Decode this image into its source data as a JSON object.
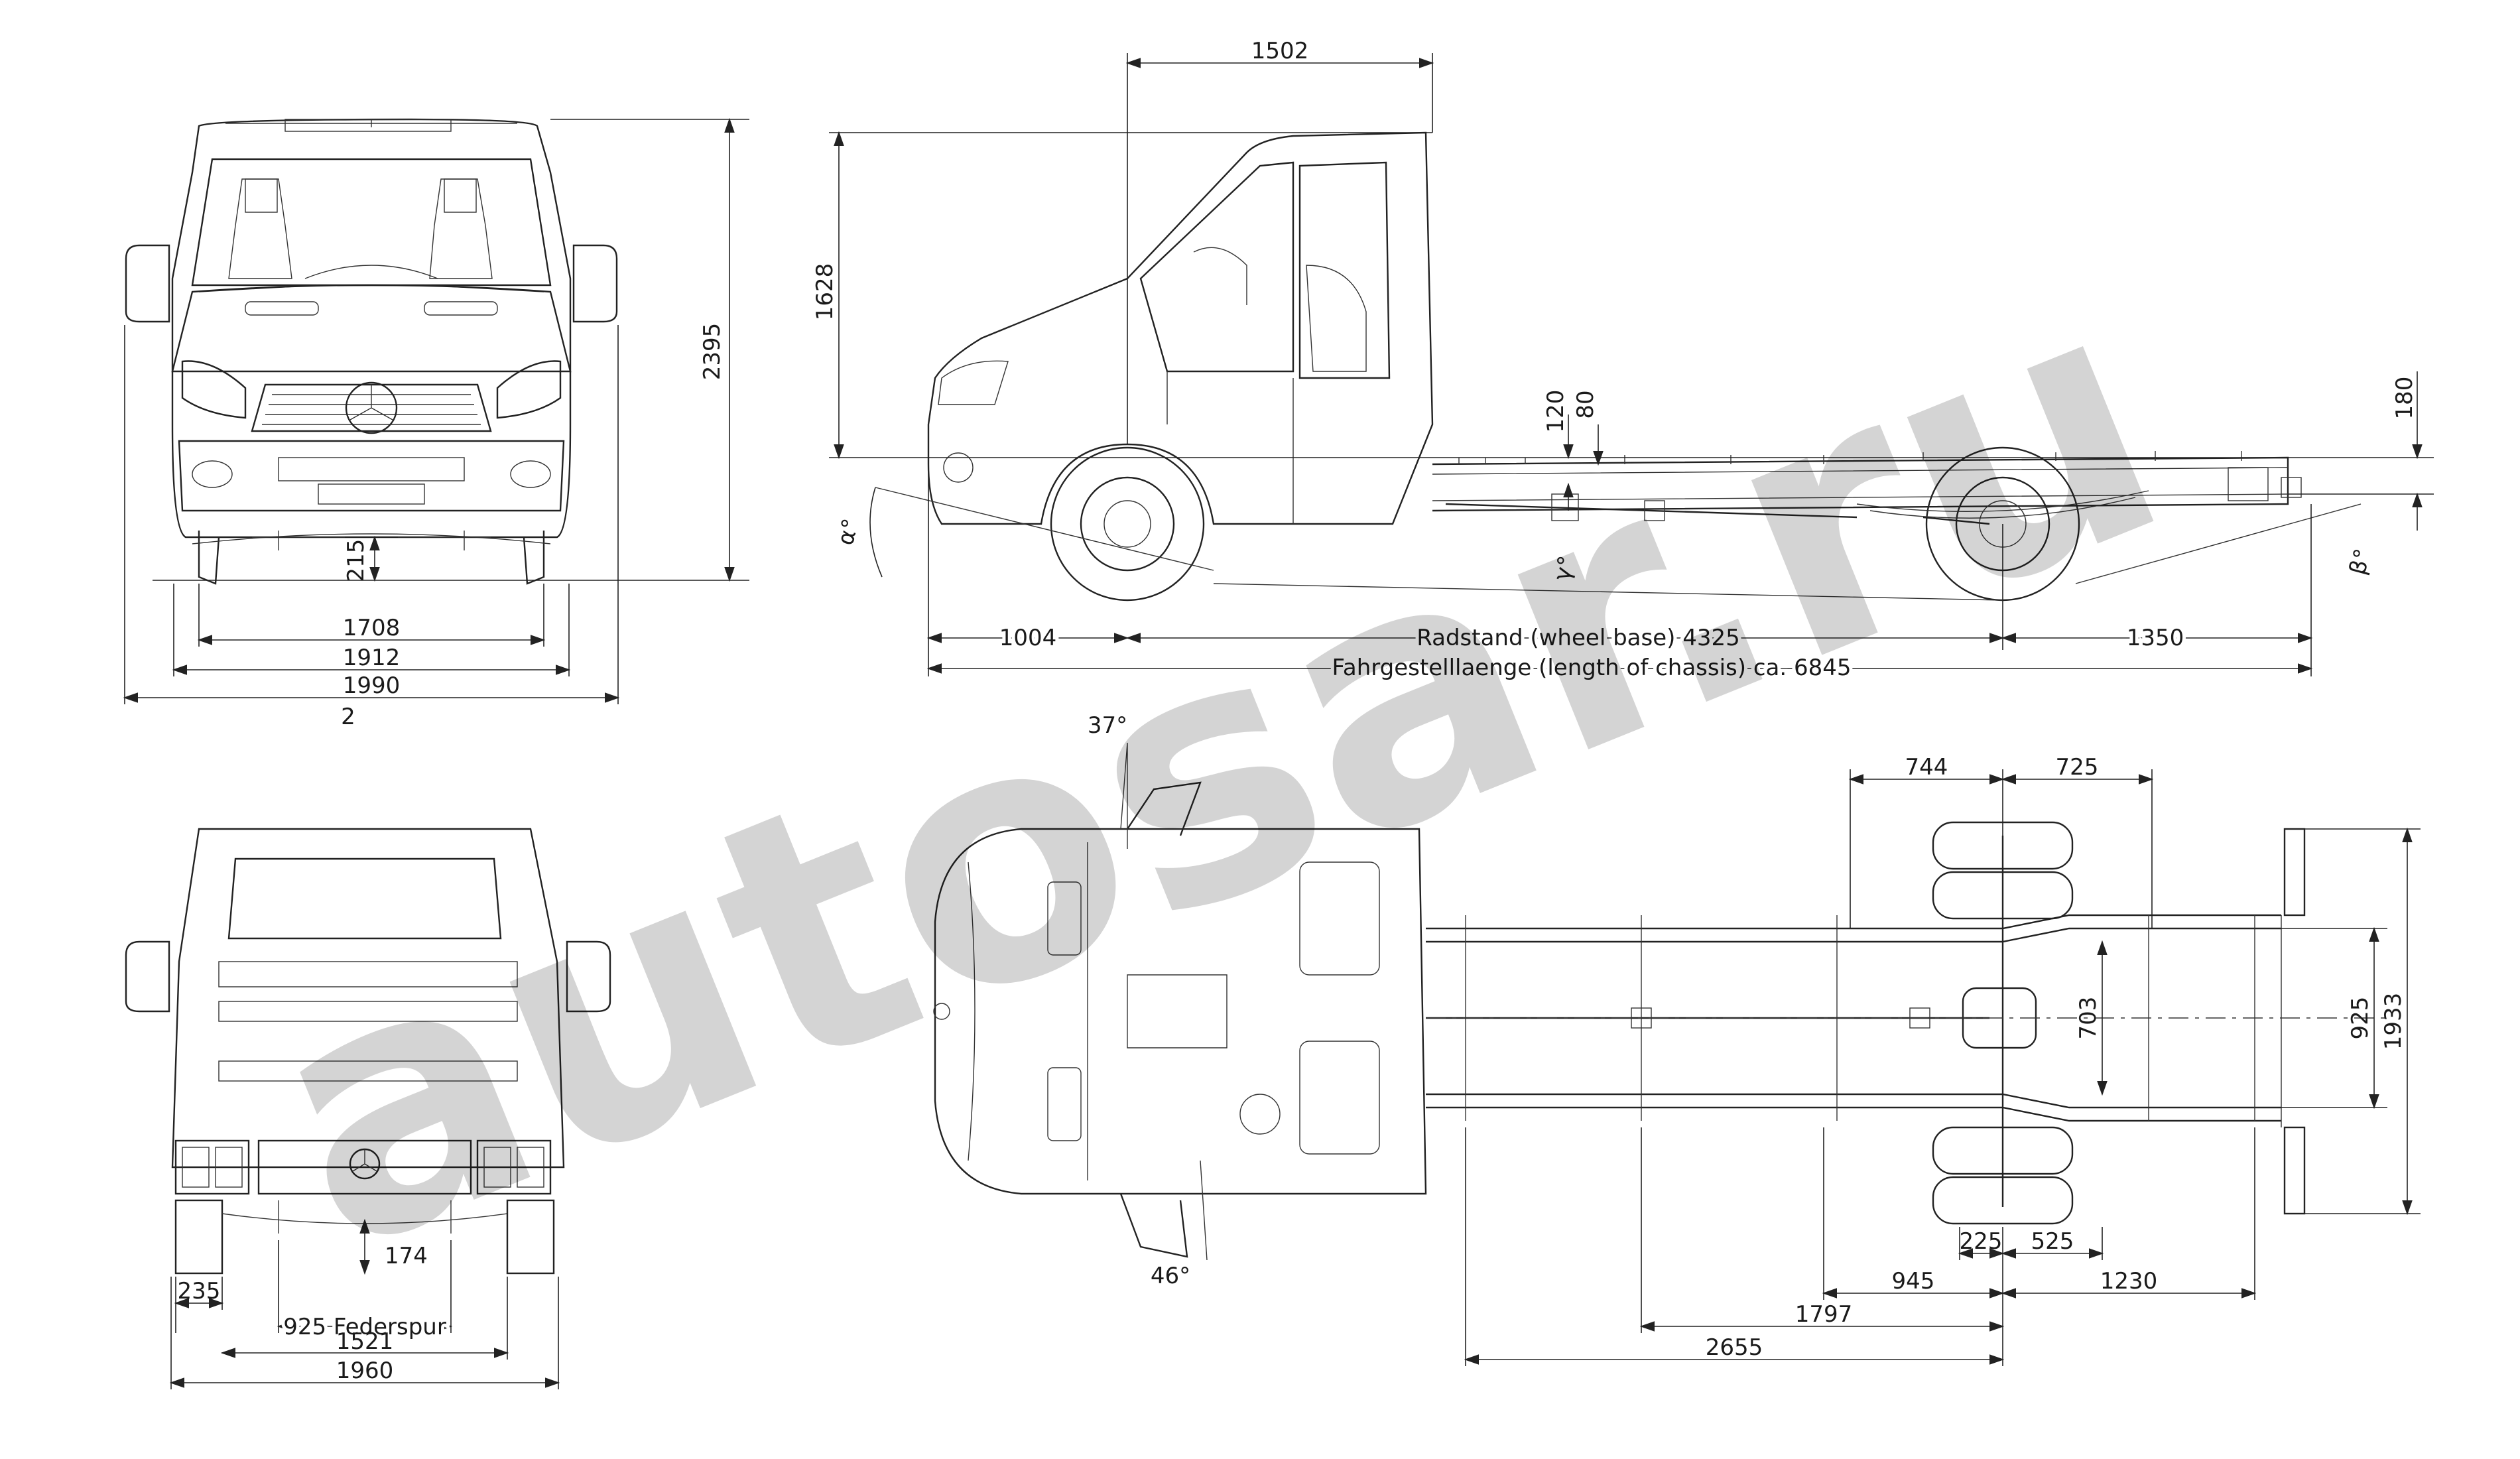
{
  "front_view": {
    "height_total": "2395",
    "ground_clearance": "215",
    "track_front": "1708",
    "width_body": "1912",
    "width_mirrors": "1990",
    "view_number": "2"
  },
  "side_view": {
    "cab_length": "1502",
    "frame_height": "1628",
    "dim_120": "120",
    "dim_80": "80",
    "dim_180": "180",
    "front_overhang": "1004",
    "wheel_base": "Radstand (wheel base) 4325",
    "rear_overhang": "1350",
    "chassis_length": "Fahrgestelllaenge (length of chassis) ca. 6845",
    "angle_alpha": "α°",
    "angle_gamma": "γ°",
    "angle_beta": "β°"
  },
  "rear_view": {
    "dim_174": "174",
    "dim_235": "235",
    "spring_track": "925 Federspur",
    "track_rear": "1521",
    "width_rear": "1960"
  },
  "top_view": {
    "angle_steer_inner": "37°",
    "angle_steer_outer": "46°",
    "dim_744": "744",
    "dim_725": "725",
    "dim_703": "703",
    "dim_925": "925",
    "dim_1933": "1933",
    "dim_225": "225",
    "dim_525": "525",
    "dim_945": "945",
    "dim_1230": "1230",
    "dim_1797": "1797",
    "dim_2655": "2655"
  },
  "watermark": {
    "text": "autosar.ru",
    "color": "#000000"
  }
}
